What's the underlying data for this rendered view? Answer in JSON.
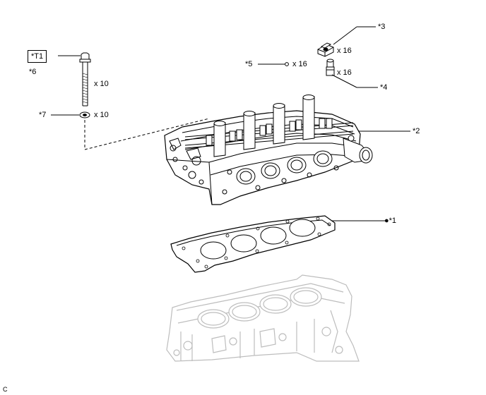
{
  "labels": {
    "t1": "*T1",
    "p6": "*6",
    "p7": "*7",
    "p5": "*5",
    "p3": "*3",
    "p4": "*4",
    "p2": "*2",
    "p1": "●*1",
    "bolt_qty": "x 10",
    "washer_qty": "x 10",
    "p5_qty": "x 16",
    "p3_qty": "x 16",
    "p4_qty": "x 16",
    "p5_mark": "○",
    "corner": "C"
  },
  "colors": {
    "line": "#000000",
    "faint": "#bdbdbd",
    "shade": "#d9d9d9"
  }
}
